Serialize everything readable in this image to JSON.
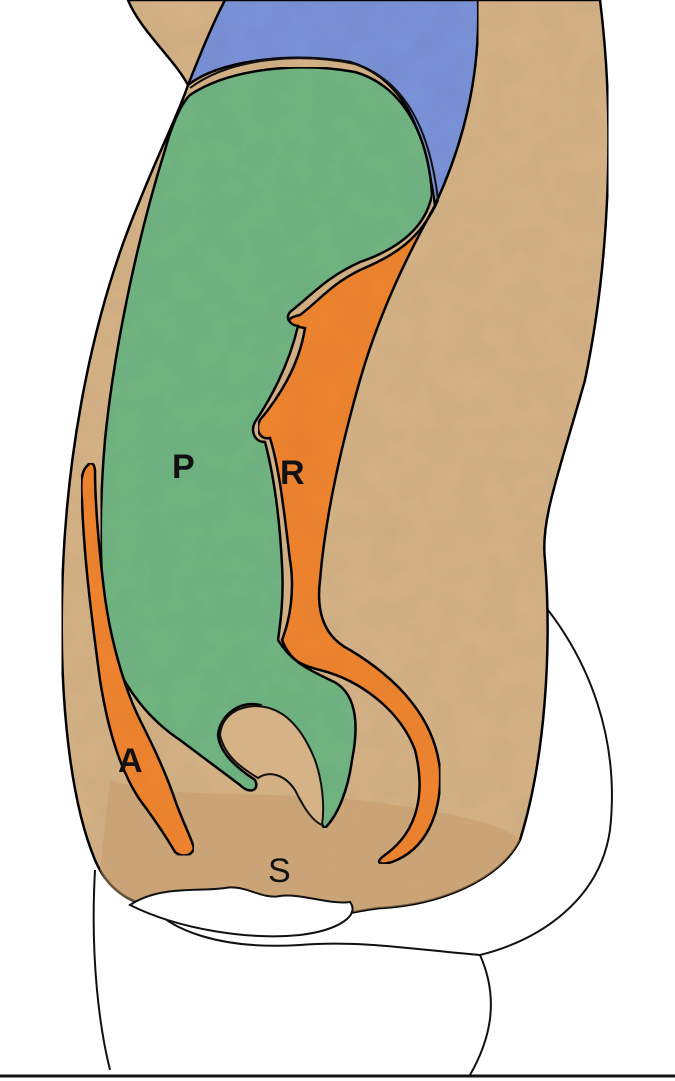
{
  "labels": {
    "p": "P",
    "r": "R",
    "a": "A",
    "s": "S"
  },
  "colors": {
    "background": "#ffffff",
    "tissue": "#d6b387",
    "tissue_shadow": "#c49a6c",
    "peritoneal_cavity": "#72b683",
    "retroperitoneal_space": "#f08532",
    "diaphragm_region": "#7b93d9",
    "outline": "#111111"
  }
}
